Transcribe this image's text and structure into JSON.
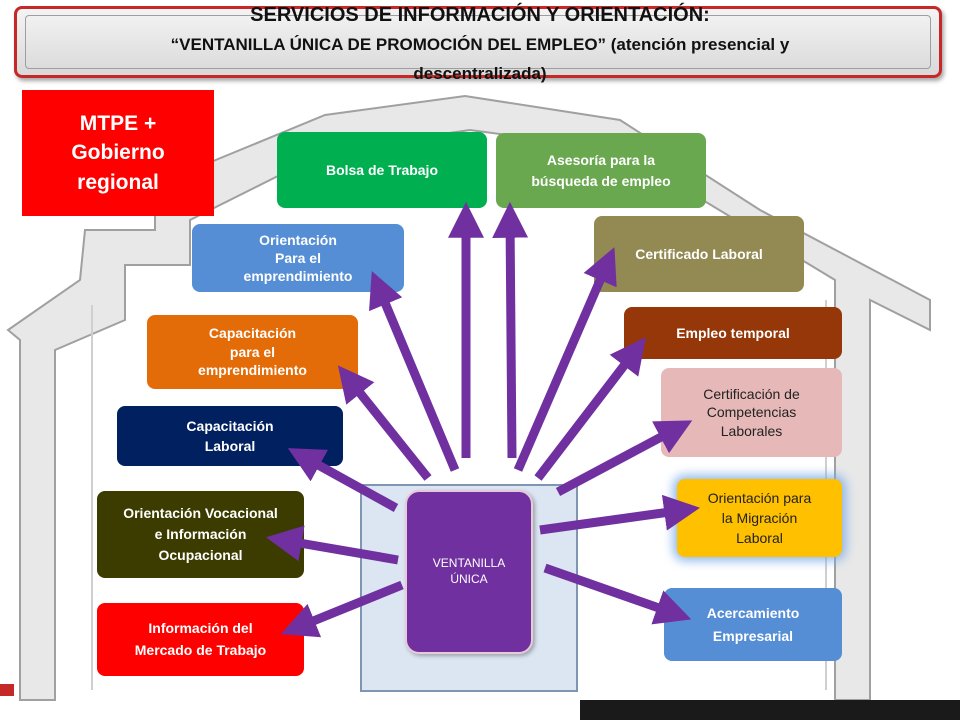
{
  "header": {
    "title": "SERVICIOS DE INFORMACIÓN Y ORIENTACIÓN:",
    "subtitle_line1": "“VENTANILLA  ÚNICA DE PROMOCIÓN DEL EMPLEO” (atención presencial y",
    "subtitle_line2": "descentralizada)"
  },
  "mtpe": {
    "lines": [
      "MTPE +",
      "Gobierno",
      "regional"
    ],
    "color": "#ff0000"
  },
  "center": {
    "lines": [
      "VENTANILLA",
      "ÚNICA"
    ],
    "color": "#7030a0"
  },
  "arrow_color": "#7030a0",
  "services": {
    "bolsa": {
      "lines": [
        "Bolsa de Trabajo"
      ],
      "color": "#00b050"
    },
    "asesoria": {
      "lines": [
        "Asesoría para la",
        "búsqueda de empleo"
      ],
      "color": "#6aa84f"
    },
    "orientacion_emp": {
      "lines": [
        "Orientación",
        "Para el",
        "emprendimiento"
      ],
      "color": "#558ed5"
    },
    "certificado": {
      "lines": [
        "Certificado Laboral"
      ],
      "color": "#938953"
    },
    "capacitacion_emp": {
      "lines": [
        "Capacitación",
        "para el",
        "emprendimiento"
      ],
      "color": "#e36c09"
    },
    "empleo_temporal": {
      "lines": [
        "Empleo temporal"
      ],
      "color": "#953709"
    },
    "capacitacion_lab": {
      "lines": [
        "Capacitación",
        "Laboral"
      ],
      "color": "#002060"
    },
    "certificacion": {
      "lines": [
        "Certificación de",
        "Competencias",
        "Laborales"
      ],
      "color": "#e6b9b8"
    },
    "orientacion_voc": {
      "lines": [
        "Orientación Vocacional",
        "e Información",
        "Ocupacional"
      ],
      "color": "#3c3c00"
    },
    "migracion": {
      "lines": [
        "Orientación para",
        "la Migración",
        "Laboral"
      ],
      "color": "#ffc000"
    },
    "informacion": {
      "lines": [
        "Información del",
        "Mercado de Trabajo"
      ],
      "color": "#ff0000"
    },
    "acercamiento": {
      "lines": [
        "Acercamiento",
        "Empresarial"
      ],
      "color": "#558ed5"
    }
  }
}
